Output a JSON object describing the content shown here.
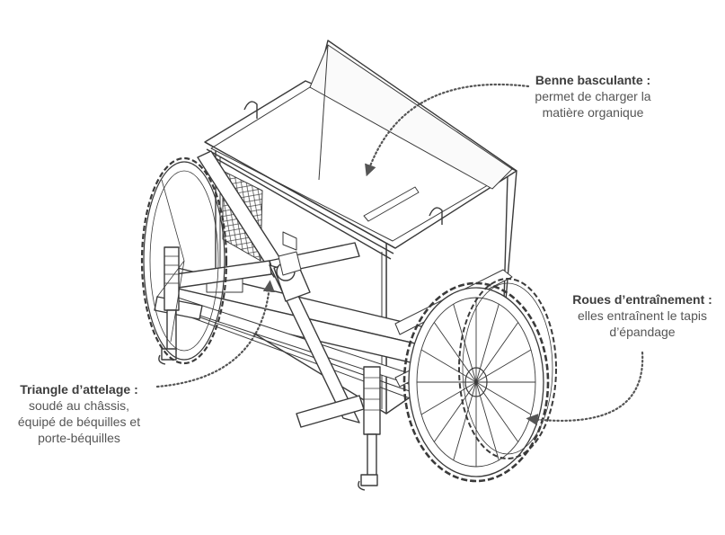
{
  "annotations": {
    "benne": {
      "title": "Benne basculante :",
      "lines": [
        "permet de charger la",
        "matière organique"
      ]
    },
    "roues": {
      "title": "Roues d’entraînement :",
      "lines": [
        "elles entraînent le tapis",
        "d’épandage"
      ]
    },
    "triangle": {
      "title": "Triangle d’attelage :",
      "lines": [
        "soudé au châssis,",
        "équipé de béquilles et",
        "porte-béquilles"
      ]
    }
  },
  "colors": {
    "line": "#3a3a3a",
    "text": "#555555",
    "callout": "#555555",
    "background": "#ffffff"
  }
}
